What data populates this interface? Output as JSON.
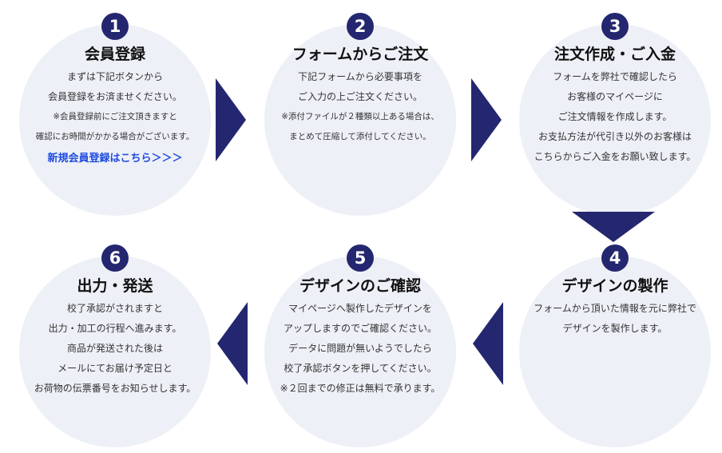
{
  "steps": [
    {
      "number": "1",
      "title": "会員登録",
      "lines": [
        "まずは下記ボタンから",
        "会員登録をお済ませください。"
      ],
      "notes": [
        "※会員登録前にご注文頂きますと",
        "確認にお時間がかかる場合がございます。"
      ],
      "link": "新規会員登録はこちら＞＞＞"
    },
    {
      "number": "2",
      "title": "フォームからご注文",
      "lines": [
        "下記フォームから必要事項を",
        "ご入力の上ご注文ください。"
      ],
      "notes": [
        "※添付ファイルが２種類以上ある場合は、",
        "まとめて圧縮して添付してください。"
      ]
    },
    {
      "number": "3",
      "title": "注文作成・ご入金",
      "lines": [
        "フォームを弊社で確認したら",
        "お客様のマイページに",
        "ご注文情報を作成します。",
        "お支払方法が代引き以外のお客様は",
        "こちらからご入金をお願い致します。"
      ]
    },
    {
      "number": "4",
      "title": "デザインの製作",
      "lines": [
        "フォームから頂いた情報を元に弊社で",
        "デザインを製作します。"
      ]
    },
    {
      "number": "5",
      "title": "デザインのご確認",
      "lines": [
        "マイページへ製作したデザインを",
        "アップしますのでご確認ください。",
        "データに問題が無いようでしたら",
        "校了承認ボタンを押してください。",
        "※２回までの修正は無料で承ります。"
      ]
    },
    {
      "number": "6",
      "title": "出力・発送",
      "lines": [
        "校了承認がされますと",
        "出力・加工の行程へ進みます。",
        "商品が発送された後は",
        "メールにてお届け予定日と",
        "お荷物の伝票番号をお知らせします。"
      ]
    }
  ],
  "colors": {
    "accent": "#24276f",
    "circle": "#eef0f7",
    "link": "#1f4ce0"
  }
}
